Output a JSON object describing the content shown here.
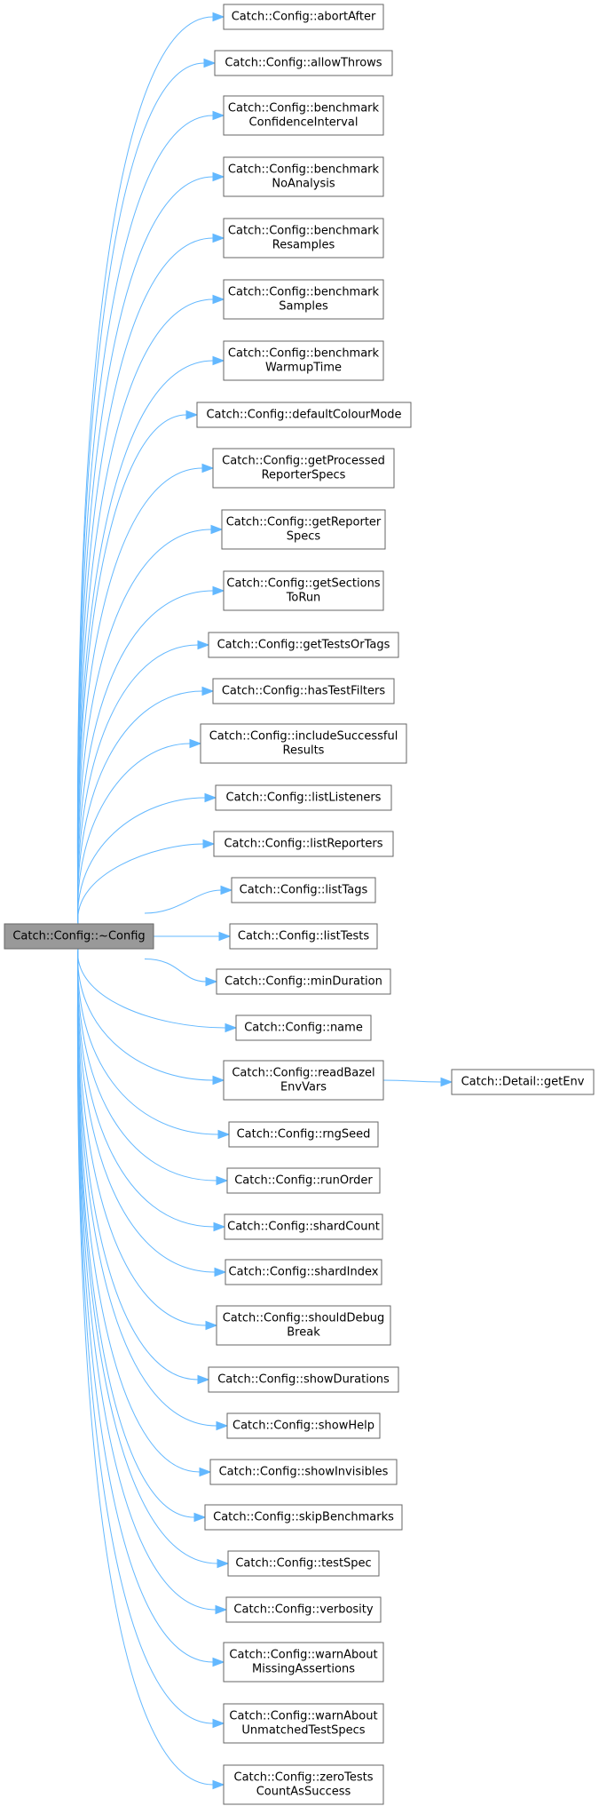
{
  "root": {
    "name": "root-node-config-destructor",
    "lines": [
      "Catch::Config::~Config"
    ]
  },
  "callees": [
    {
      "name": "node-abort-after",
      "lines": [
        "Catch::Config::abortAfter"
      ]
    },
    {
      "name": "node-allow-throws",
      "lines": [
        "Catch::Config::allowThrows"
      ]
    },
    {
      "name": "node-benchmark-confidence-interval",
      "lines": [
        "Catch::Config::benchmark",
        "ConfidenceInterval"
      ]
    },
    {
      "name": "node-benchmark-no-analysis",
      "lines": [
        "Catch::Config::benchmark",
        "NoAnalysis"
      ]
    },
    {
      "name": "node-benchmark-resamples",
      "lines": [
        "Catch::Config::benchmark",
        "Resamples"
      ]
    },
    {
      "name": "node-benchmark-samples",
      "lines": [
        "Catch::Config::benchmark",
        "Samples"
      ]
    },
    {
      "name": "node-benchmark-warmup-time",
      "lines": [
        "Catch::Config::benchmark",
        "WarmupTime"
      ]
    },
    {
      "name": "node-default-colour-mode",
      "lines": [
        "Catch::Config::defaultColourMode"
      ]
    },
    {
      "name": "node-get-processed-reporter-specs",
      "lines": [
        "Catch::Config::getProcessed",
        "ReporterSpecs"
      ]
    },
    {
      "name": "node-get-reporter-specs",
      "lines": [
        "Catch::Config::getReporter",
        "Specs"
      ]
    },
    {
      "name": "node-get-sections-to-run",
      "lines": [
        "Catch::Config::getSections",
        "ToRun"
      ]
    },
    {
      "name": "node-get-tests-or-tags",
      "lines": [
        "Catch::Config::getTestsOrTags"
      ]
    },
    {
      "name": "node-has-test-filters",
      "lines": [
        "Catch::Config::hasTestFilters"
      ]
    },
    {
      "name": "node-include-successful-results",
      "lines": [
        "Catch::Config::includeSuccessful",
        "Results"
      ]
    },
    {
      "name": "node-list-listeners",
      "lines": [
        "Catch::Config::listListeners"
      ]
    },
    {
      "name": "node-list-reporters",
      "lines": [
        "Catch::Config::listReporters"
      ]
    },
    {
      "name": "node-list-tags",
      "lines": [
        "Catch::Config::listTags"
      ]
    },
    {
      "name": "node-list-tests",
      "lines": [
        "Catch::Config::listTests"
      ]
    },
    {
      "name": "node-min-duration",
      "lines": [
        "Catch::Config::minDuration"
      ]
    },
    {
      "name": "node-name",
      "lines": [
        "Catch::Config::name"
      ]
    },
    {
      "name": "node-read-bazel-env-vars",
      "lines": [
        "Catch::Config::readBazel",
        "EnvVars"
      ]
    },
    {
      "name": "node-rng-seed",
      "lines": [
        "Catch::Config::rngSeed"
      ]
    },
    {
      "name": "node-run-order",
      "lines": [
        "Catch::Config::runOrder"
      ]
    },
    {
      "name": "node-shard-count",
      "lines": [
        "Catch::Config::shardCount"
      ]
    },
    {
      "name": "node-shard-index",
      "lines": [
        "Catch::Config::shardIndex"
      ]
    },
    {
      "name": "node-should-debug-break",
      "lines": [
        "Catch::Config::shouldDebug",
        "Break"
      ]
    },
    {
      "name": "node-show-durations",
      "lines": [
        "Catch::Config::showDurations"
      ]
    },
    {
      "name": "node-show-help",
      "lines": [
        "Catch::Config::showHelp"
      ]
    },
    {
      "name": "node-show-invisibles",
      "lines": [
        "Catch::Config::showInvisibles"
      ]
    },
    {
      "name": "node-skip-benchmarks",
      "lines": [
        "Catch::Config::skipBenchmarks"
      ]
    },
    {
      "name": "node-test-spec",
      "lines": [
        "Catch::Config::testSpec"
      ]
    },
    {
      "name": "node-verbosity",
      "lines": [
        "Catch::Config::verbosity"
      ]
    },
    {
      "name": "node-warn-about-missing-assertions",
      "lines": [
        "Catch::Config::warnAbout",
        "MissingAssertions"
      ]
    },
    {
      "name": "node-warn-about-unmatched-test-specs",
      "lines": [
        "Catch::Config::warnAbout",
        "UnmatchedTestSpecs"
      ]
    },
    {
      "name": "node-zero-tests-count-as-success",
      "lines": [
        "Catch::Config::zeroTests",
        "CountAsSuccess"
      ]
    }
  ],
  "secondary": [
    {
      "name": "node-detail-get-env",
      "lines": [
        "Catch::Detail::getEnv"
      ],
      "from": "node-read-bazel-env-vars"
    }
  ]
}
